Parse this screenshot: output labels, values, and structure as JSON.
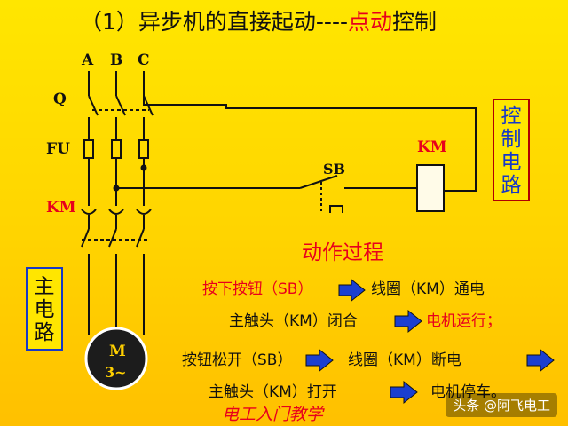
{
  "title": {
    "prefix": "（1）",
    "main": "异步机的直接起动----",
    "highlight": "点动",
    "suffix": "控制"
  },
  "phases": [
    "A",
    "B",
    "C"
  ],
  "labels": {
    "q": "Q",
    "fu": "FU",
    "km_main": "KM",
    "sb": "SB",
    "km_coil": "KM"
  },
  "motor": {
    "name": "M",
    "phase": "3~"
  },
  "control_circuit_label": [
    "控",
    "制",
    "电",
    "路"
  ],
  "main_circuit_label": [
    "主",
    "电",
    "路"
  ],
  "process": {
    "heading": "动作过程",
    "line1": {
      "a": "按下按钮（SB）",
      "b": "线圈（KM）通电"
    },
    "line2": {
      "a": "主触头（KM）闭合",
      "b": "电机运行；"
    },
    "line3": {
      "a": "按钮松开（SB）",
      "b": "线圈（KM）断电"
    },
    "line4": {
      "a": "主触头（KM）打开",
      "b": "电机停车。"
    }
  },
  "footer": "电工入门教学",
  "watermark": "头条 @阿飞电工",
  "colors": {
    "background": "#ffd800",
    "accent": "#e8001c",
    "arrow": "#1b3fd0",
    "box_border": "#b00000"
  }
}
